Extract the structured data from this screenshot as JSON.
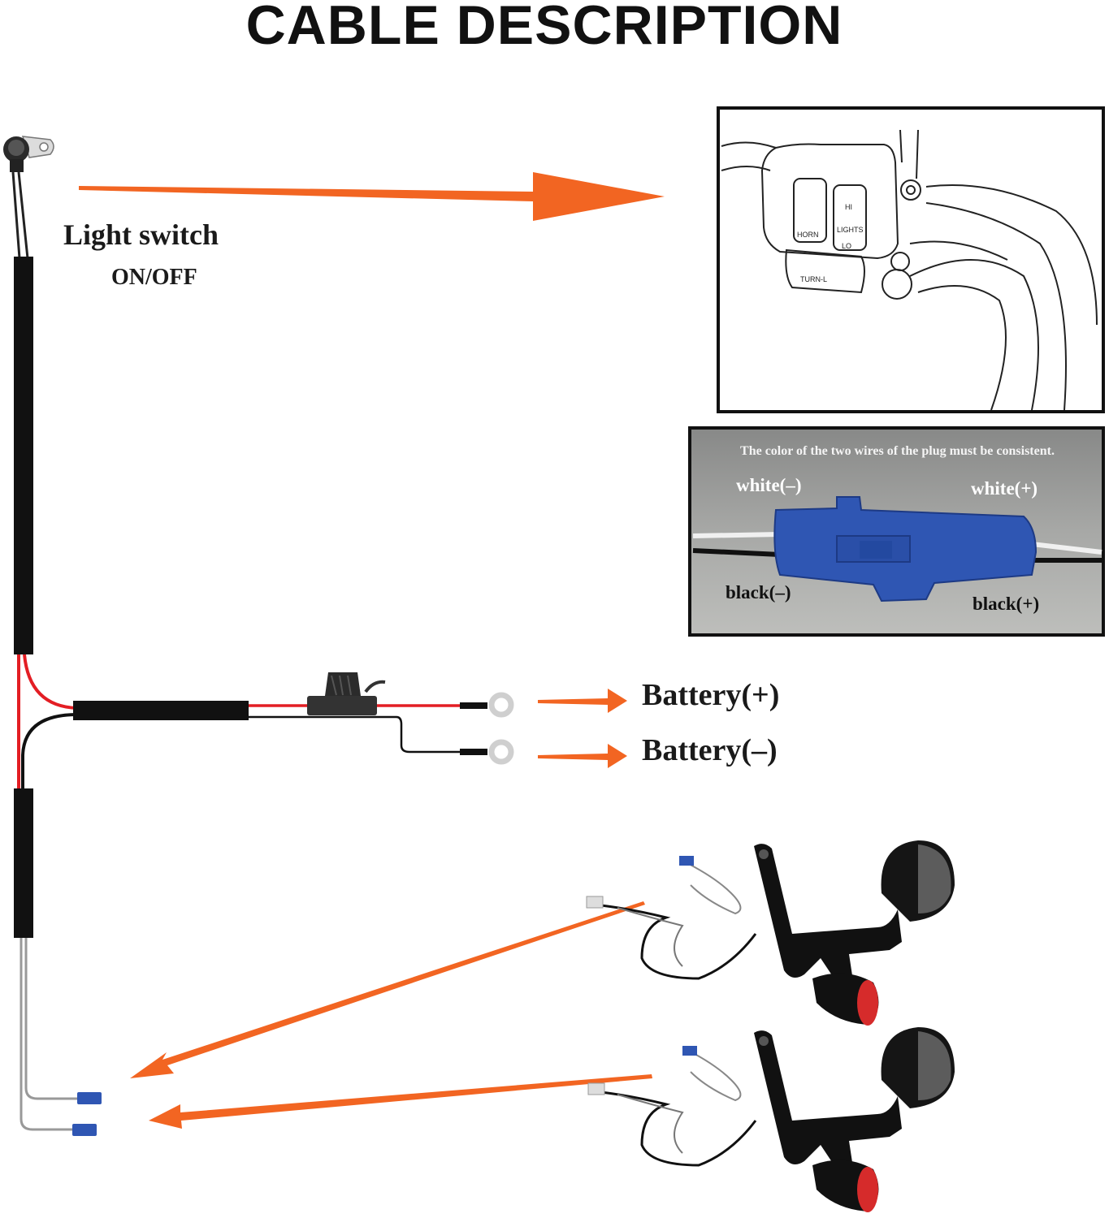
{
  "title": "CABLE DESCRIPTION",
  "light_switch": {
    "label": "Light switch",
    "state": "ON/OFF"
  },
  "battery": {
    "positive": "Battery(+)",
    "negative": "Battery(–)"
  },
  "plug": {
    "note": "The color of the two wires of the plug must be consistent.",
    "white_neg": "white(–)",
    "white_pos": "white(+)",
    "black_neg": "black(–)",
    "black_pos": "black(+)"
  },
  "handlebar_panel": {
    "horn": "HORN",
    "hi": "HI",
    "lights": "LIGHTS",
    "lo": "LO",
    "turn": "TURN-L"
  },
  "colors": {
    "arrow": "#f26522",
    "wire_red": "#e31e24",
    "wire_black": "#111111",
    "connector_blue": "#2f56b3",
    "lens_red": "#d62b2b"
  },
  "icons": [
    "toggle-switch-icon",
    "fuse-holder-icon",
    "ring-terminal-icon",
    "blue-plug-icon",
    "light-bar-icon"
  ]
}
